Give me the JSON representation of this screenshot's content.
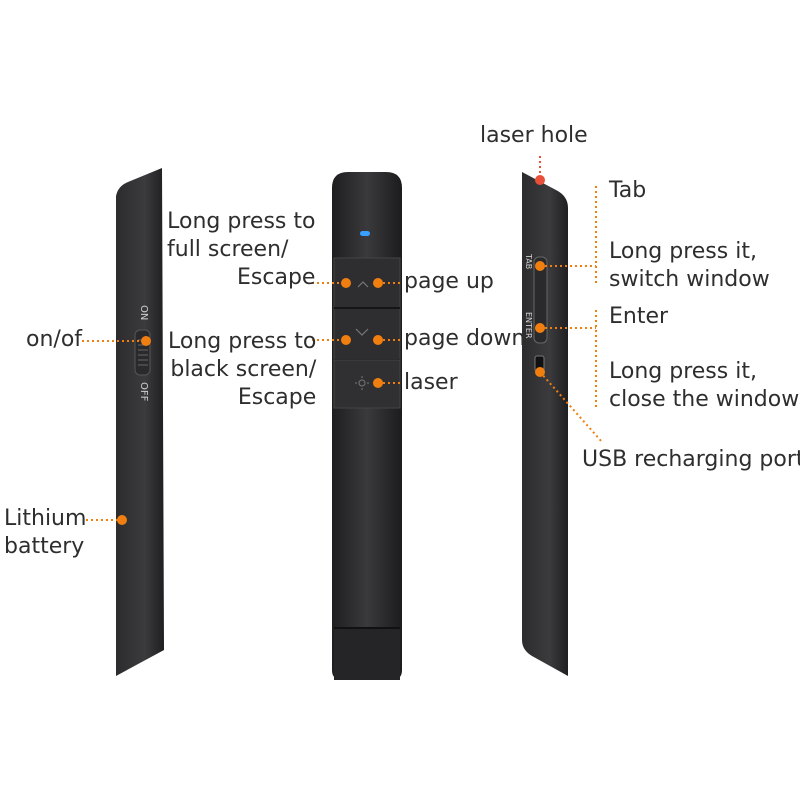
{
  "colors": {
    "body": "#2a2a2c",
    "callout": "#f07f10",
    "laser_led": "#3aa0ff",
    "laser_hole": "#e8503a",
    "text": "#2e2e2e"
  },
  "labels": {
    "on_off": "on/of",
    "lithium": [
      "Lithium",
      "battery"
    ],
    "long_press_full": [
      "Long press to",
      "full screen/",
      "Escape"
    ],
    "long_press_black": [
      "Long press to",
      "black screen/",
      "Escape"
    ],
    "page_up": "page up",
    "page_down": "page down",
    "laser": "laser",
    "laser_hole": "laser hole",
    "tab": "Tab",
    "long_press_switch": [
      "Long press it,",
      "switch window"
    ],
    "enter": "Enter",
    "long_press_close": [
      "Long press it,",
      "close the window"
    ],
    "usb": "USB recharging port"
  },
  "device_text": {
    "on_text": "ON",
    "off_text": "OFF",
    "tab_text": "TAB",
    "enter_text": "ENTER"
  },
  "icons": {
    "up": "chevron-up-icon",
    "down": "chevron-down-icon",
    "laser": "laser-icon"
  }
}
